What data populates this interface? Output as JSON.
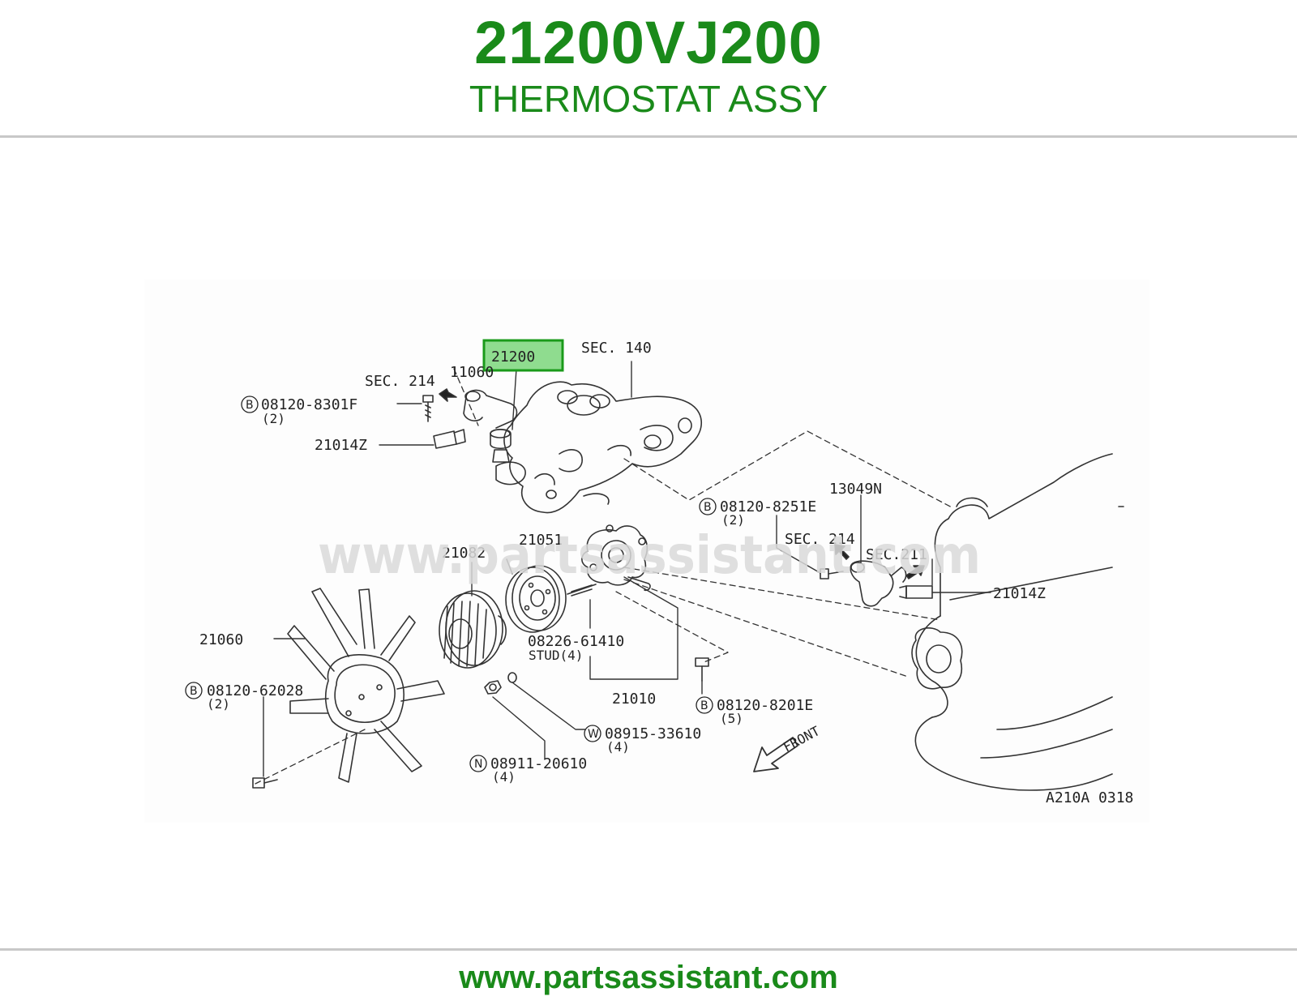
{
  "header": {
    "part_number": "21200VJ200",
    "part_name": "THERMOSTAT ASSY"
  },
  "footer": {
    "url": "www.partsassistant.com"
  },
  "diagram": {
    "watermark": "www.partsassistant.com",
    "highlight": "21200",
    "drawing_code": "A210A 0318",
    "labels": {
      "sec140": "SEC. 140",
      "sec214_top": "SEC. 214",
      "p11060": "11060",
      "b_8301f": "08120-8301F",
      "b_8301f_qty": "(2)",
      "p21014z_left": "21014Z",
      "b_8251e": "08120-8251E",
      "b_8251e_qty": "(2)",
      "p13049n": "13049N",
      "sec214_right": "SEC. 214",
      "sec211": "SEC.211",
      "p21014z_right": "21014Z",
      "p21082": "21082",
      "p21051": "21051",
      "p21060": "21060",
      "b_62028": "08120-62028",
      "b_62028_qty": "(2)",
      "stud_no": "08226-61410",
      "stud_txt": "STUD(4)",
      "p21010": "21010",
      "b_8201e": "08120-8201E",
      "b_8201e_qty": "(5)",
      "w_33610": "08915-33610",
      "w_33610_qty": "(4)",
      "n_20610": "08911-20610",
      "n_20610_qty": "(4)",
      "front": "FRONT"
    },
    "markers": {
      "bolt": "B",
      "washer": "W",
      "nut": "N"
    },
    "colors": {
      "highlight_fill": "#8fdc8f",
      "highlight_stroke": "#1a9a1a",
      "brand_green": "#1a8a1a"
    }
  }
}
